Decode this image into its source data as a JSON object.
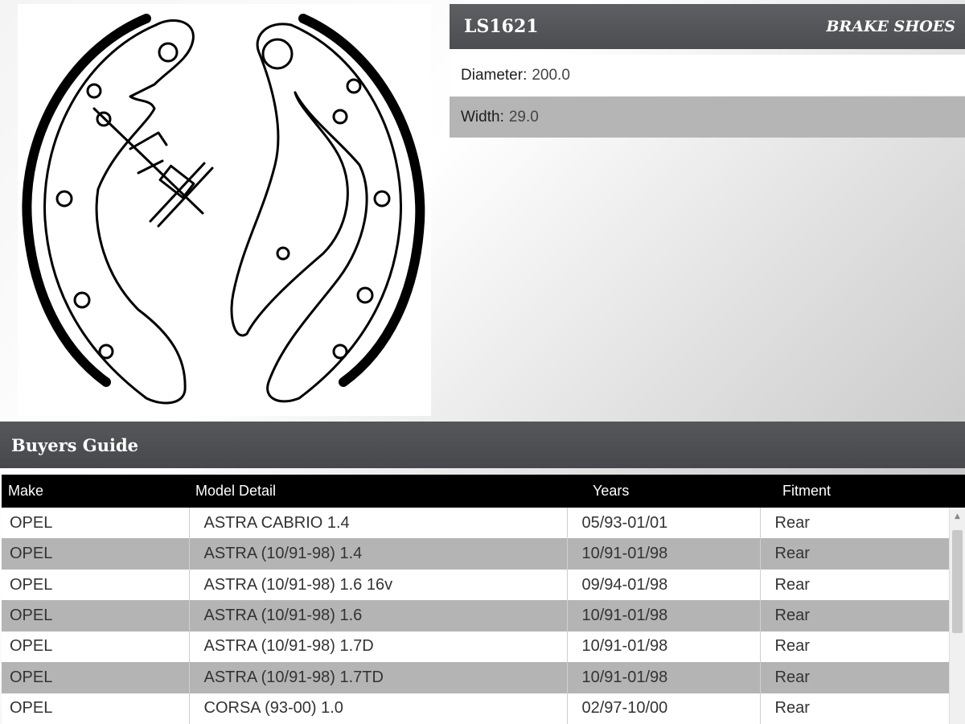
{
  "product": {
    "image_icon": "brake-shoes-diagram-icon",
    "part_number": "LS1621",
    "category": "BRAKE SHOES",
    "specs": {
      "diameter_label": "Diameter:",
      "diameter_value": "200.0",
      "width_label": "Width:",
      "width_value": "29.0"
    }
  },
  "buyers_guide": {
    "title": "Buyers Guide",
    "columns": {
      "make": "Make",
      "model": "Model Detail",
      "years": "Years",
      "fitment": "Fitment"
    },
    "rows": [
      {
        "make": "OPEL",
        "model": "ASTRA CABRIO 1.4",
        "years": "05/93-01/01",
        "fitment": "Rear"
      },
      {
        "make": "OPEL",
        "model": "ASTRA (10/91-98) 1.4",
        "years": "10/91-01/98",
        "fitment": "Rear"
      },
      {
        "make": "OPEL",
        "model": "ASTRA (10/91-98) 1.6 16v",
        "years": "09/94-01/98",
        "fitment": "Rear"
      },
      {
        "make": "OPEL",
        "model": "ASTRA (10/91-98) 1.6",
        "years": "10/91-01/98",
        "fitment": "Rear"
      },
      {
        "make": "OPEL",
        "model": "ASTRA (10/91-98) 1.7D",
        "years": "10/91-01/98",
        "fitment": "Rear"
      },
      {
        "make": "OPEL",
        "model": "ASTRA (10/91-98) 1.7TD",
        "years": "10/91-01/98",
        "fitment": "Rear"
      },
      {
        "make": "OPEL",
        "model": "CORSA (93-00) 1.0",
        "years": "02/97-10/00",
        "fitment": "Rear"
      }
    ]
  },
  "colors": {
    "header_bg": "#4b4d51",
    "table_header_bg": "#000000",
    "row_alt_bg": "#b4b4b4"
  }
}
